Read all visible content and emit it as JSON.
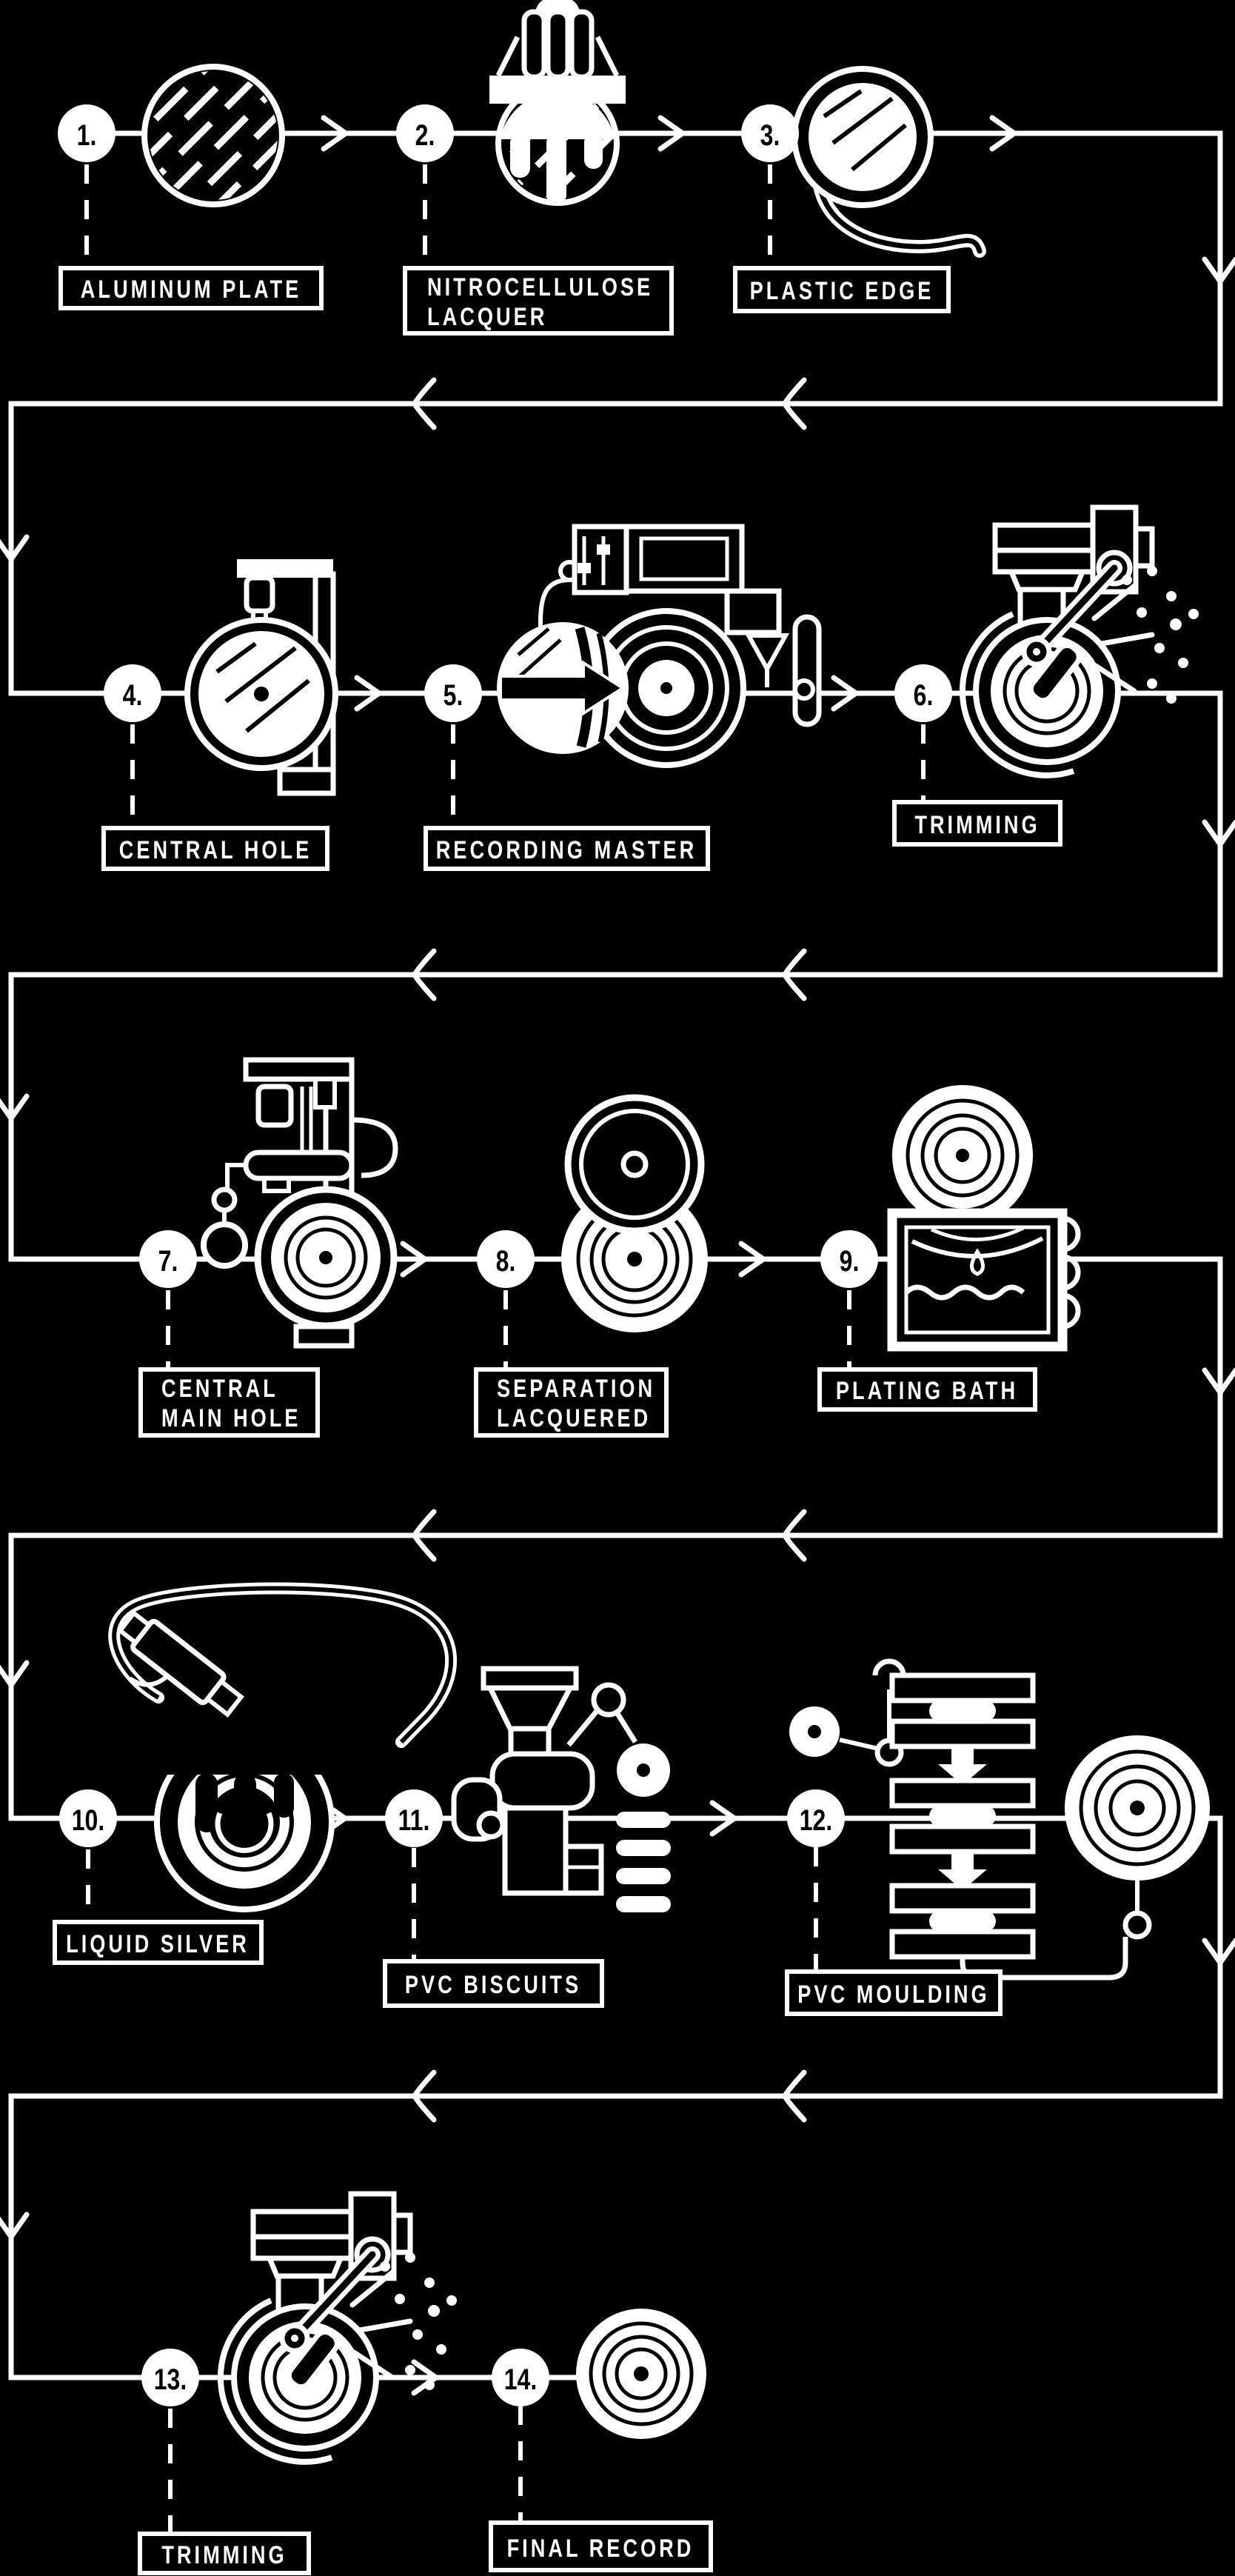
{
  "diagram": {
    "subject": "vinyl-record-manufacturing-process-flow",
    "colors": {
      "background": "#000000",
      "foreground": "#ffffff"
    }
  },
  "steps": [
    {
      "num": "1.",
      "lines": [
        "ALUMINUM PLATE"
      ]
    },
    {
      "num": "2.",
      "lines": [
        "NITROCELLULOSE",
        "LACQUER"
      ]
    },
    {
      "num": "3.",
      "lines": [
        "PLASTIC EDGE"
      ]
    },
    {
      "num": "4.",
      "lines": [
        "CENTRAL HOLE"
      ]
    },
    {
      "num": "5.",
      "lines": [
        "RECORDING MASTER"
      ]
    },
    {
      "num": "6.",
      "lines": [
        "TRIMMING"
      ]
    },
    {
      "num": "7.",
      "lines": [
        "CENTRAL",
        "MAIN HOLE"
      ]
    },
    {
      "num": "8.",
      "lines": [
        "SEPARATION",
        "LACQUERED"
      ]
    },
    {
      "num": "9.",
      "lines": [
        "PLATING BATH"
      ]
    },
    {
      "num": "10.",
      "lines": [
        "LIQUID SILVER"
      ]
    },
    {
      "num": "11.",
      "lines": [
        "PVC BISCUITS"
      ]
    },
    {
      "num": "12.",
      "lines": [
        "PVC MOULDING"
      ]
    },
    {
      "num": "13.",
      "lines": [
        "TRIMMING"
      ]
    },
    {
      "num": "14.",
      "lines": [
        "FINAL RECORD"
      ]
    }
  ]
}
